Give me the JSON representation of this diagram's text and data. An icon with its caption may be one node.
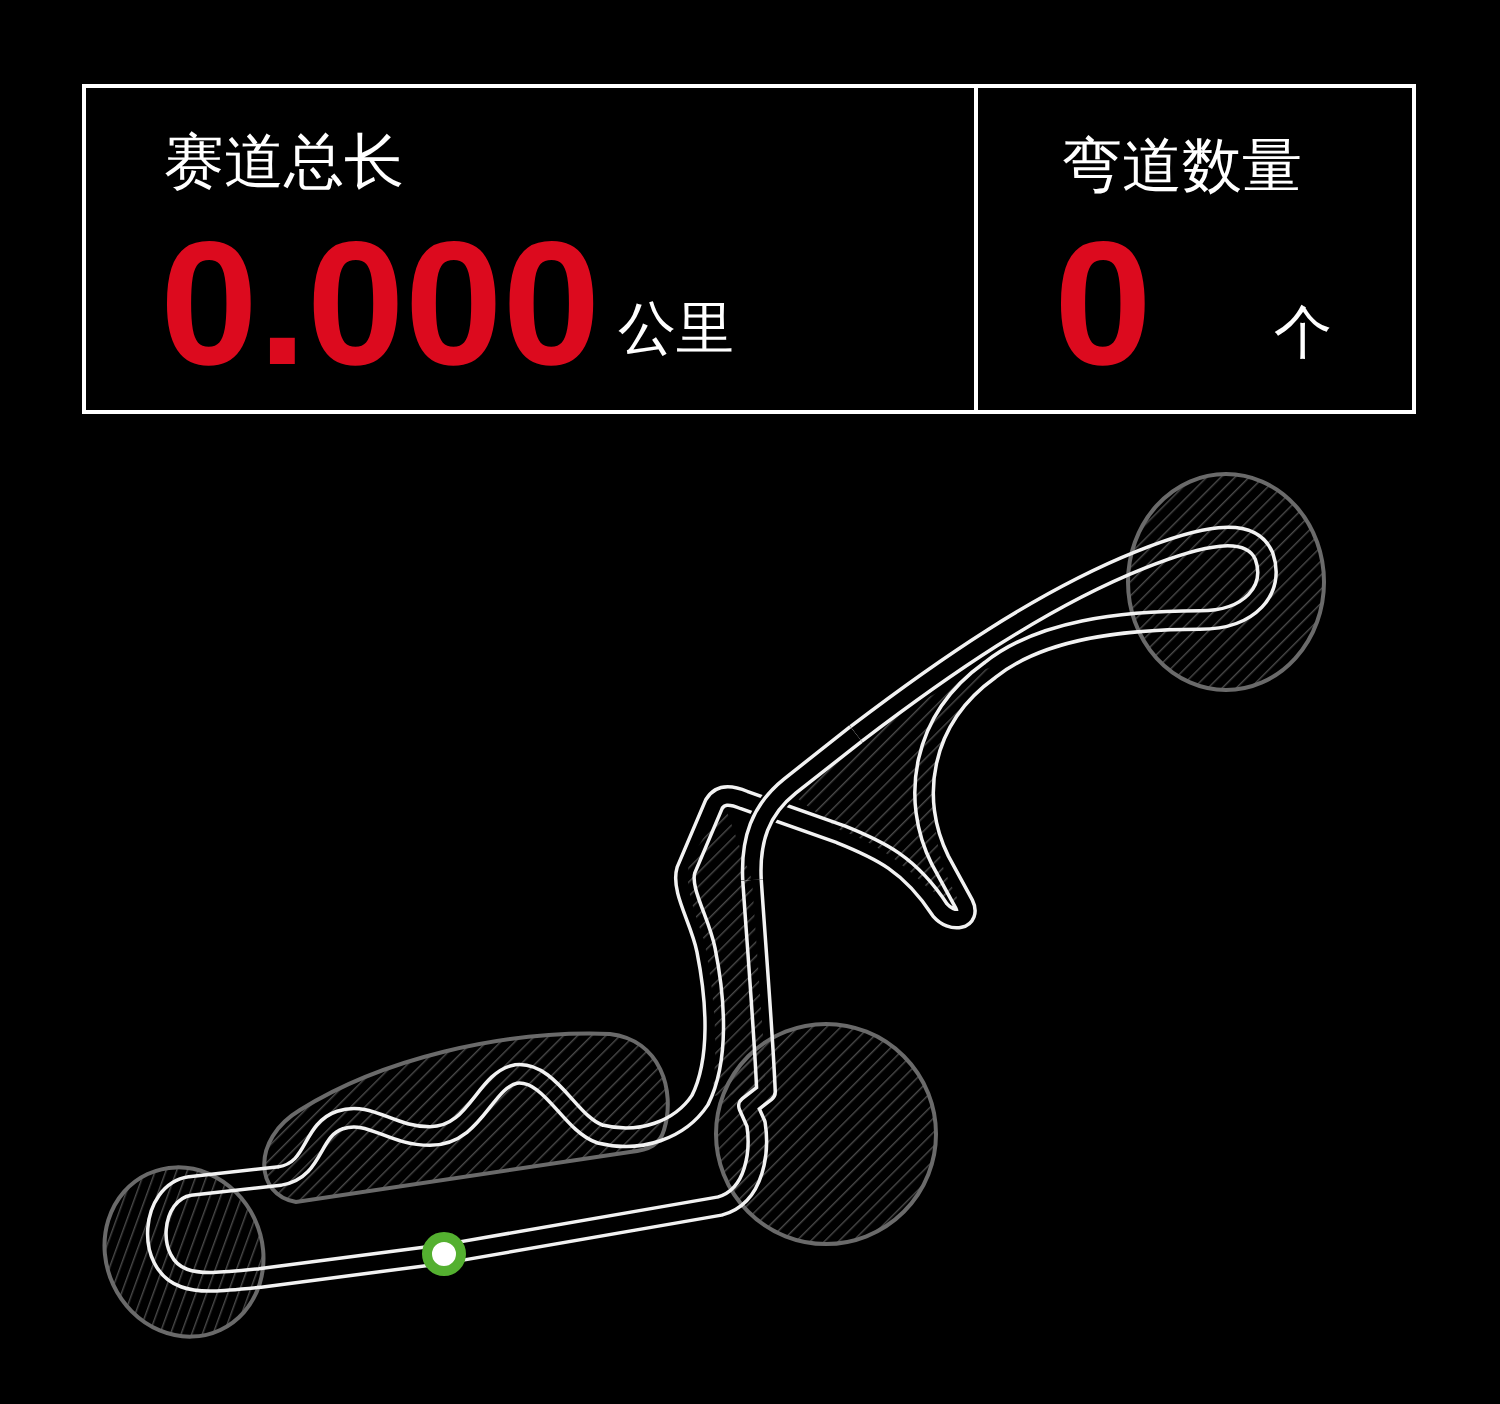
{
  "diagram": {
    "nodes": [
      {
        "text": [
          "赛道总长",
          "0.000",
          "公里"
        ]
      },
      {
        "text": [
          "弯道数量",
          "0",
          "个"
        ]
      }
    ]
  }
}
